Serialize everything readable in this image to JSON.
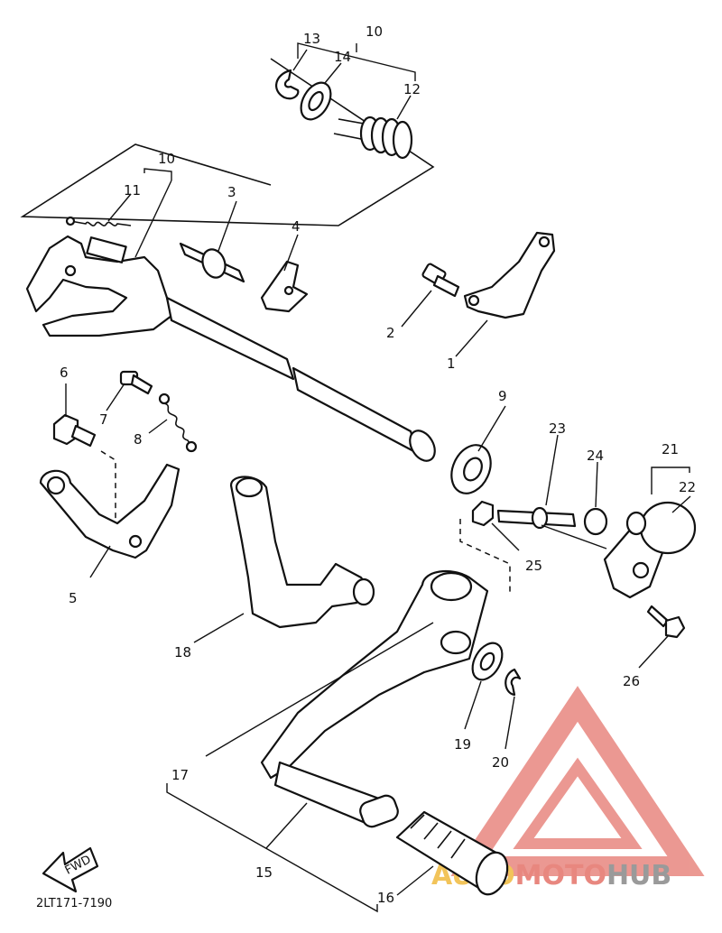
{
  "diagram": {
    "callouts": [
      "13",
      "10",
      "14",
      "12",
      "10",
      "11",
      "3",
      "4",
      "2",
      "1",
      "6",
      "7",
      "8",
      "9",
      "23",
      "24",
      "21",
      "22",
      "25",
      "5",
      "18",
      "26",
      "19",
      "20",
      "17",
      "15",
      "16"
    ],
    "code": "2LT171-7190",
    "fwd_arrow": "FWD"
  },
  "watermark": {
    "part1": "AUTO",
    "part2": "MOTO",
    "part3": "HUB",
    "logo_color": "#e8877f"
  }
}
